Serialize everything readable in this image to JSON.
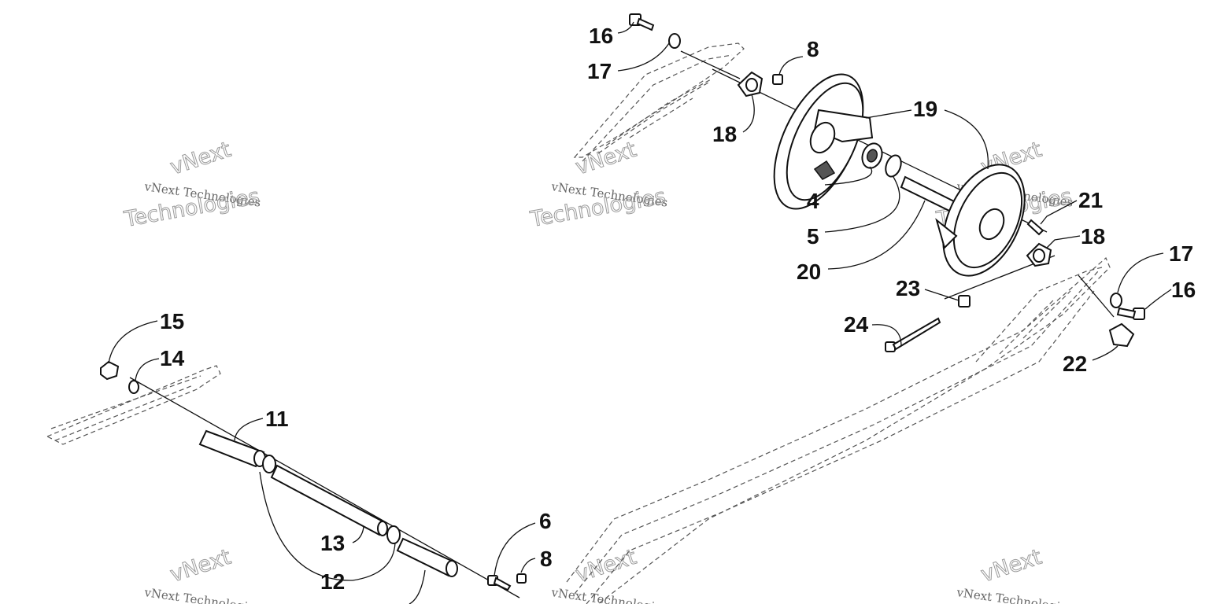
{
  "watermark": {
    "brand_small": "vNext Technologies",
    "brand_big_1": "vNext",
    "brand_big_2": "Technologies"
  },
  "callouts": [
    "16",
    "17",
    "8",
    "18",
    "19",
    "4",
    "5",
    "20",
    "21",
    "18",
    "17",
    "16",
    "23",
    "24",
    "22",
    "15",
    "14",
    "11",
    "13",
    "12",
    "6",
    "8"
  ]
}
